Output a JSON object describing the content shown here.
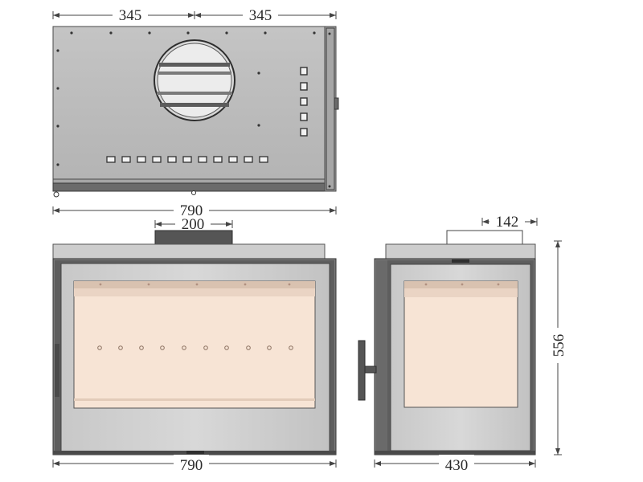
{
  "top_view": {
    "dimensions": {
      "left_half": "345",
      "right_half": "345",
      "width": "790"
    }
  },
  "front_view": {
    "dimensions": {
      "flue_width": "200",
      "width": "790"
    }
  },
  "side_view": {
    "dimensions": {
      "flue_depth": "142",
      "depth": "430",
      "height": "556"
    }
  },
  "colors": {
    "glass": "#f7e4d5",
    "steel_dark": "#6b6b6b",
    "steel_mid": "#a6a6a6",
    "steel_light": "#cdcdcd",
    "line": "#444444"
  }
}
